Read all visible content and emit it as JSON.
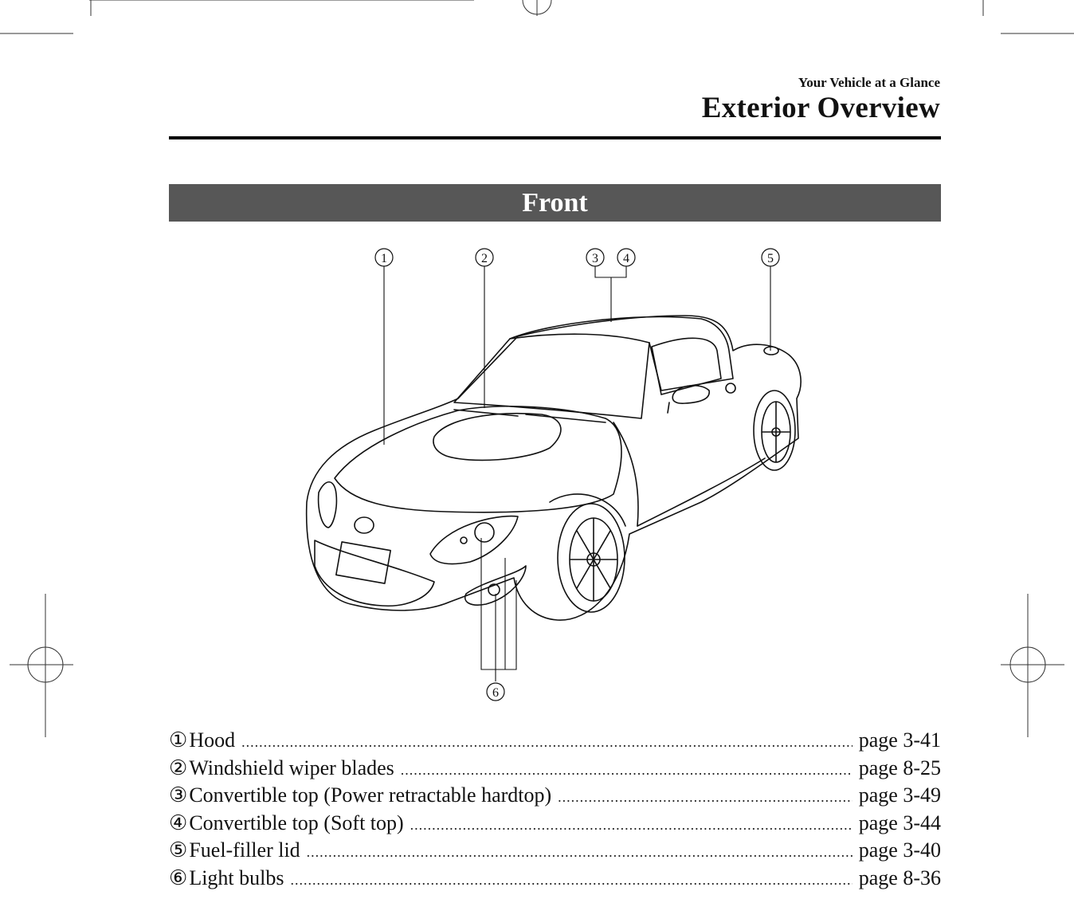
{
  "header": {
    "section": "Your Vehicle at a Glance",
    "title": "Exterior Overview"
  },
  "band_title": "Front",
  "callouts": [
    "①",
    "②",
    "③",
    "④",
    "⑤",
    "⑥"
  ],
  "legend": [
    {
      "num": "①",
      "label": "Hood",
      "page": "page 3-41"
    },
    {
      "num": "②",
      "label": "Windshield wiper blades",
      "page": "page 8-25"
    },
    {
      "num": "③",
      "label": "Convertible top (Power retractable hardtop)",
      "page": "page 3-49"
    },
    {
      "num": "④",
      "label": "Convertible top (Soft top)",
      "page": "page 3-44"
    },
    {
      "num": "⑤",
      "label": "Fuel-filler lid",
      "page": "page 3-40"
    },
    {
      "num": "⑥",
      "label": "Light bulbs",
      "page": "page 8-36"
    }
  ]
}
